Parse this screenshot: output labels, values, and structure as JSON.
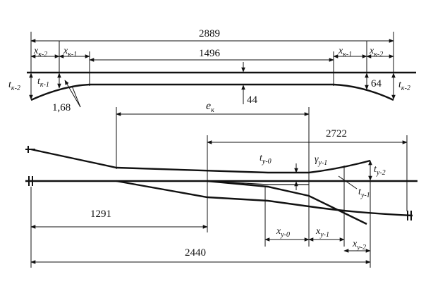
{
  "labels": {
    "top_total": "2889",
    "top_middle": "1496",
    "top_gap": "44",
    "top_offset": "64",
    "top_angle_value": "1,68",
    "top_e": "e",
    "top_e_sub": "к",
    "bottom_right": "2722",
    "bottom_left": "1291",
    "bottom_total": "2440"
  },
  "symbols": {
    "x_k2": {
      "base": "x",
      "sub": "к-2"
    },
    "x_k1": {
      "base": "x",
      "sub": "к-1"
    },
    "t_k2": {
      "base": "t",
      "sub": "к-2"
    },
    "t_k1": {
      "base": "t",
      "sub": "к-1"
    },
    "t_y0": {
      "base": "t",
      "sub": "у-0"
    },
    "t_y1": {
      "base": "t",
      "sub": "у-1"
    },
    "t_y2": {
      "base": "t",
      "sub": "у-2"
    },
    "gamma_y1": {
      "base": "γ",
      "sub": "у-1"
    },
    "x_y0": {
      "base": "x",
      "sub": "у-0"
    },
    "x_y1": {
      "base": "x",
      "sub": "у-1"
    },
    "x_y2": {
      "base": "x",
      "sub": "у-2"
    }
  }
}
